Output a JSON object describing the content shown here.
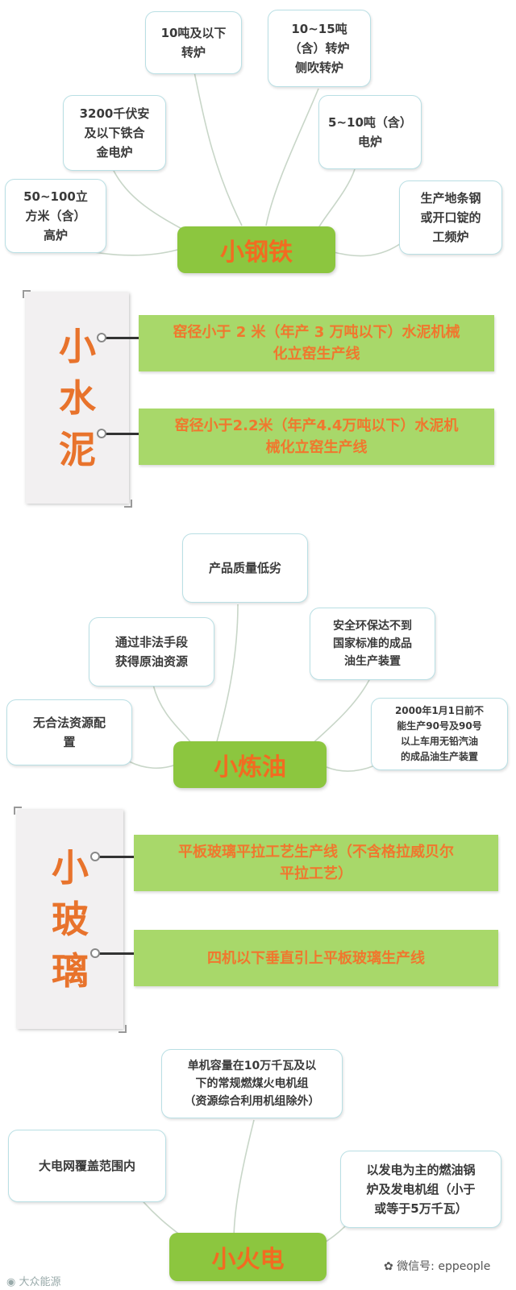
{
  "sections": {
    "steel": {
      "hub": "小钢铁",
      "nodes": [
        "10吨及以下\n转炉",
        "10~15吨\n（含）转炉\n侧吹转炉",
        "3200千伏安\n及以下铁合\n金电炉",
        "5~10吨（含）\n电炉",
        "50~100立\n方米（含）\n高炉",
        "生产地条钢\n或开口锭的\n工频炉"
      ]
    },
    "cement": {
      "side": [
        "小",
        "水",
        "泥"
      ],
      "items": [
        "窑径小于 2 米（年产 3 万吨以下）水泥机械\n化立窑生产线",
        "窑径小于2.2米（年产4.4万吨以下）水泥机\n械化立窑生产线"
      ]
    },
    "oil": {
      "hub": "小炼油",
      "nodes": [
        "产品质量低劣",
        "通过非法手段\n获得原油资源",
        "安全环保达不到\n国家标准的成品\n油生产装置",
        "无合法资源配\n置",
        "2000年1月1日前不\n能生产90号及90号\n以上车用无铅汽油\n的成品油生产装置"
      ]
    },
    "glass": {
      "side": [
        "小",
        "玻",
        "璃"
      ],
      "items": [
        "平板玻璃平拉工艺生产线（不含格拉威贝尔\n平拉工艺）",
        "四机以下垂直引上平板玻璃生产线"
      ]
    },
    "power": {
      "hub": "小火电",
      "nodes": [
        "单机容量在10万千瓦及以\n下的常规燃煤火电机组\n（资源综合利用机组除外）",
        "大电网覆盖范围内",
        "以发电为主的燃油锅\n炉及发电机组（小于\n或等于5万千瓦）"
      ]
    }
  },
  "watermark_left": "大众能源",
  "watermark_right": "微信号: eppeople",
  "colors": {
    "hub_green": "#8cc63f",
    "bar_green": "#a8d86a",
    "accent_orange": "#f26b21",
    "bubble_border": "#b9dfe4"
  }
}
